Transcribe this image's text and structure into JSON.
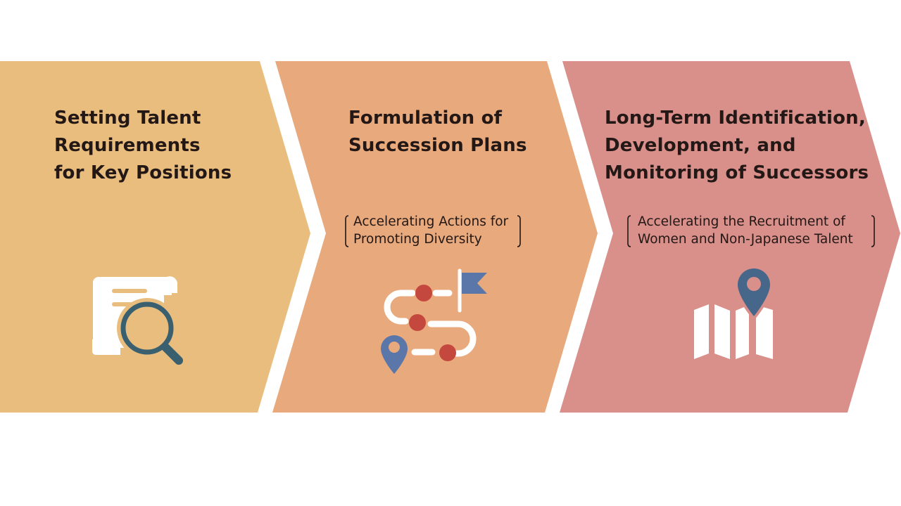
{
  "steps": [
    {
      "title": "Setting Talent\nRequirements\nfor Key Positions",
      "subtitle": null,
      "icon": "document-search-icon",
      "color": "#E9BD7E"
    },
    {
      "title": "Formulation of\nSuccession Plans",
      "subtitle": "Accelerating Actions for\nPromoting Diversity",
      "icon": "roadmap-route-icon",
      "color": "#E8A97C"
    },
    {
      "title": "Long-Term Identification,\nDevelopment, and\nMonitoring of Successors",
      "subtitle": "Accelerating the Recruitment of\nWomen and Non-Japanese Talent",
      "icon": "map-pin-icon",
      "color": "#D98F8A"
    }
  ],
  "colors": {
    "text": "#231815",
    "icon_dark": "#3A5F6E",
    "icon_blue": "#5B76A8",
    "icon_red": "#C5483F",
    "pin_dark_blue": "#46668A"
  }
}
